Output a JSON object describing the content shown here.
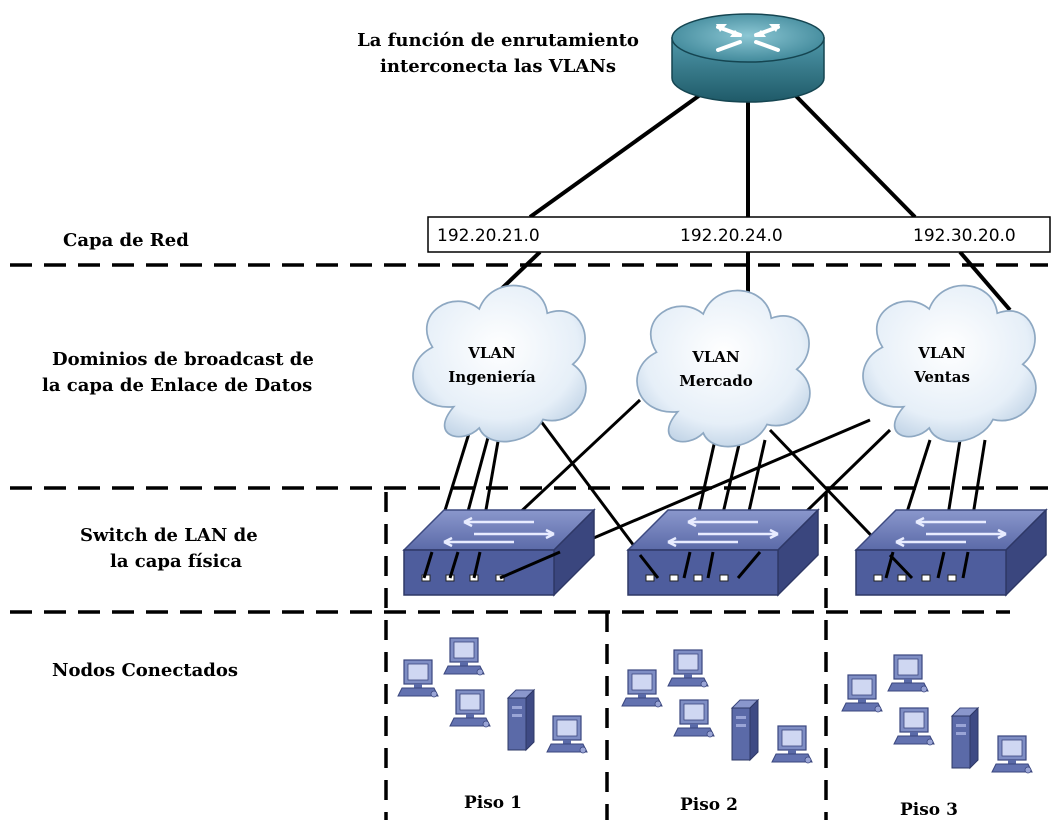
{
  "title": {
    "line1": "La función de enrutamiento",
    "line2": "interconecta las VLANs"
  },
  "layers": {
    "network": "Capa de Red",
    "datalink_line1": "Dominios de broadcast de",
    "datalink_line2": "la capa de Enlace de Datos",
    "physical_line1": "Switch de LAN de",
    "physical_line2": "la capa física",
    "nodes": "Nodos Conectados"
  },
  "networks": [
    "192.20.21.0",
    "192.20.24.0",
    "192.30.20.0"
  ],
  "vlans": [
    {
      "line1": "VLAN",
      "line2": "Ingeniería"
    },
    {
      "line1": "VLAN",
      "line2": "Mercado"
    },
    {
      "line1": "VLAN",
      "line2": "Ventas"
    }
  ],
  "floors": [
    "Piso 1",
    "Piso 2",
    "Piso 3"
  ],
  "colors": {
    "router": "#3f8a9c",
    "switch": "#5a6aa8",
    "device": "#6f7fba",
    "cloud": "#e4eef8"
  }
}
